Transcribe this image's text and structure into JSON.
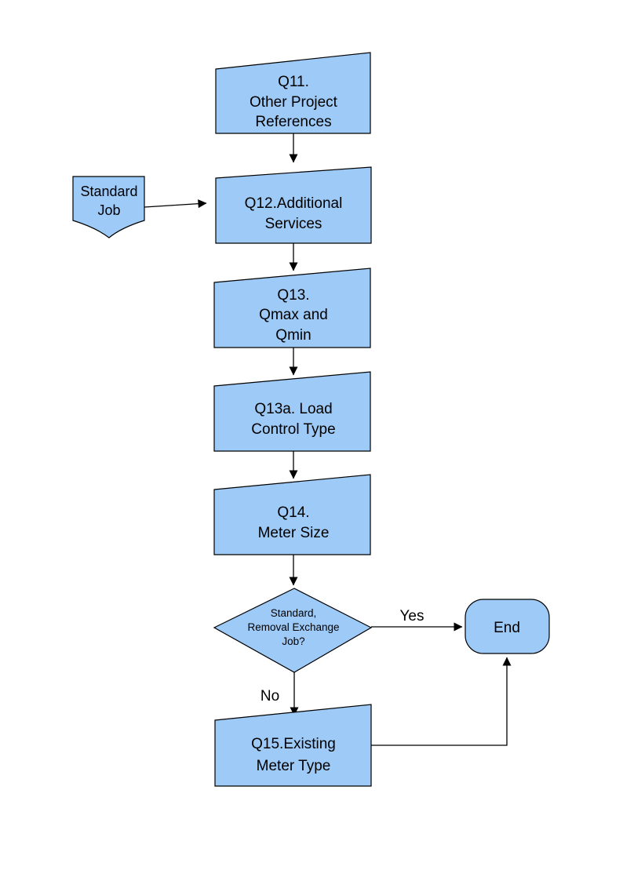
{
  "diagram": {
    "colors": {
      "node_fill": "#9ECAF7",
      "node_stroke": "#000000",
      "line": "#000000",
      "page_bg": "#FFFFFF"
    },
    "nodes": {
      "q11": {
        "lines": [
          "Q11.",
          "Other Project",
          "References"
        ]
      },
      "standard_job": {
        "lines": [
          "Standard",
          "Job"
        ]
      },
      "q12": {
        "lines": [
          "Q12.Additional",
          "Services"
        ]
      },
      "q13": {
        "lines": [
          "Q13.",
          "Qmax and",
          "Qmin"
        ]
      },
      "q13a": {
        "lines": [
          "Q13a. Load",
          "Control Type"
        ]
      },
      "q14": {
        "lines": [
          "Q14.",
          "Meter Size"
        ]
      },
      "decision": {
        "lines": [
          "Standard,",
          "Removal Exchange",
          "Job?"
        ]
      },
      "end": {
        "lines": [
          "End"
        ]
      },
      "q15": {
        "lines": [
          "Q15.Existing",
          "Meter Type"
        ]
      }
    },
    "edge_labels": {
      "yes": "Yes",
      "no": "No"
    }
  }
}
